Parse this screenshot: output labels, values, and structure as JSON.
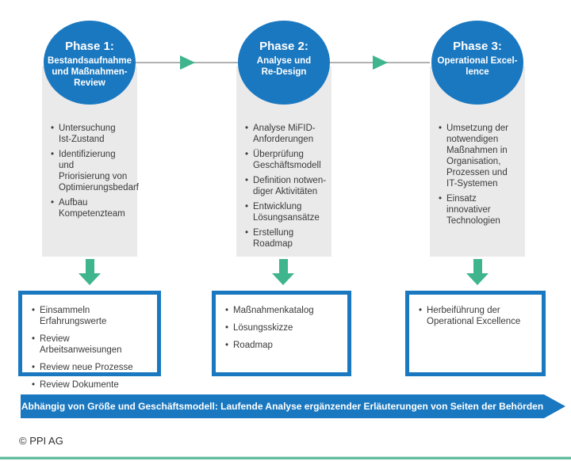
{
  "colors": {
    "blue": "#1a78c0",
    "green": "#3fb58d",
    "gray_box": "#eaeaea",
    "connector_gray": "#b1b1b1",
    "teal_rule": "#62bd9e",
    "text_dark": "#3a3a3a"
  },
  "phases": [
    {
      "title": "Phase 1:",
      "subtitle": "Bestandsaufnahme\nund Maßnahmen-\nReview",
      "activities": [
        "Untersuchung\nIst-Zustand",
        "Identifizierung und\nPriorisierung von\nOptimierungsbedarf",
        "Aufbau\nKompetenzteam"
      ],
      "deliverables": [
        "Einsammeln Erfahrungswerte",
        "Review Arbeitsanweisungen",
        "Review neue Prozesse",
        "Review Dokumente"
      ]
    },
    {
      "title": "Phase 2:",
      "subtitle": "Analyse und\nRe-Design",
      "activities": [
        "Analyse MiFID-\nAnforderungen",
        "Überprüfung\nGeschäftsmodell",
        "Definition notwen-\ndiger Aktivitäten",
        "Entwicklung\nLösungsansätze",
        "Erstellung\nRoadmap"
      ],
      "deliverables": [
        "Maßnahmenkatalog",
        "Lösungsskizze",
        "Roadmap"
      ]
    },
    {
      "title": "Phase 3:",
      "subtitle": "Operational Excel-\nlence",
      "activities": [
        "Umsetzung der\nnotwendigen\nMaßnahmen in\nOrganisation,\nProzessen und\nIT-Systemen",
        "Einsatz innovativer\nTechnologien"
      ],
      "deliverables": [
        "Herbeiführung der\nOperational Excellence"
      ]
    }
  ],
  "banner": {
    "text": "Abhängig von Größe und Geschäftsmodell: Laufende Analyse ergänzender Erläuterungen von Seiten der Behörden"
  },
  "footer": {
    "copyright": "© PPI AG"
  }
}
